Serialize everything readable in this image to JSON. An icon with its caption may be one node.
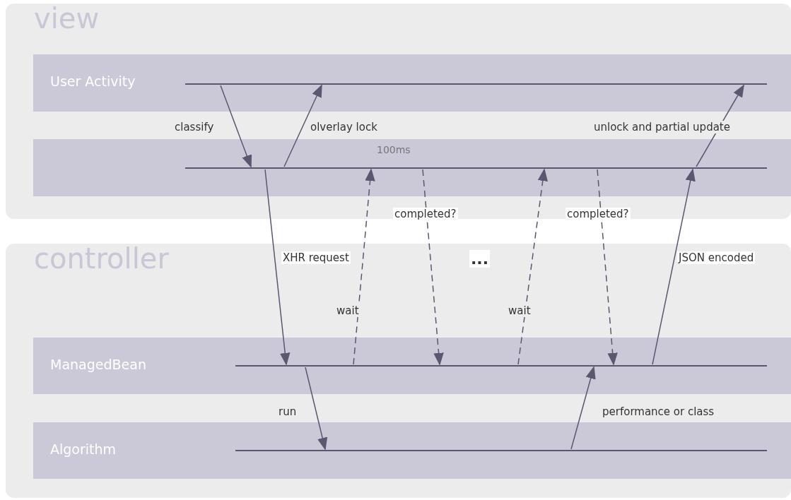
{
  "diagram": {
    "nodes": [
      {
        "text": [
          "view"
        ]
      },
      {
        "text": [
          "User Activity"
        ],
        "in": 0
      },
      {
        "text": [],
        "shape": "bar",
        "in": 0
      },
      {
        "text": [
          "controller"
        ]
      },
      {
        "text": [
          "ManagedBean"
        ],
        "in": 3
      },
      {
        "text": [
          "Algorithm"
        ],
        "in": 3
      }
    ],
    "edges": [
      {
        "from": 1,
        "to": 2,
        "arrow": "to",
        "label": "classify"
      },
      {
        "from": 2,
        "to": 1,
        "arrow": "to",
        "label": "olverlay lock"
      },
      {
        "from": 2,
        "to": 4,
        "arrow": "to",
        "label": "XHR request"
      },
      {
        "from": 4,
        "to": 5,
        "arrow": "to",
        "label": "run"
      },
      {
        "from": 4,
        "to": 2,
        "arrow": "to",
        "label": "wait",
        "style": "dashed"
      },
      {
        "from": 2,
        "to": 4,
        "arrow": "to",
        "label": "completed?",
        "style": "dashed"
      },
      {
        "from": 4,
        "to": 2,
        "arrow": "to",
        "label": "wait",
        "style": "dashed"
      },
      {
        "from": 2,
        "to": 4,
        "arrow": "to",
        "label": "completed?",
        "style": "dashed"
      },
      {
        "from": 5,
        "to": 4,
        "arrow": "to",
        "label": "performance or class"
      },
      {
        "from": 4,
        "to": 2,
        "arrow": "to",
        "label": "JSON encoded"
      },
      {
        "from": 2,
        "to": 1,
        "arrow": "to",
        "label": "unlock and partial update"
      }
    ],
    "labels": [
      "100ms",
      "..."
    ]
  }
}
